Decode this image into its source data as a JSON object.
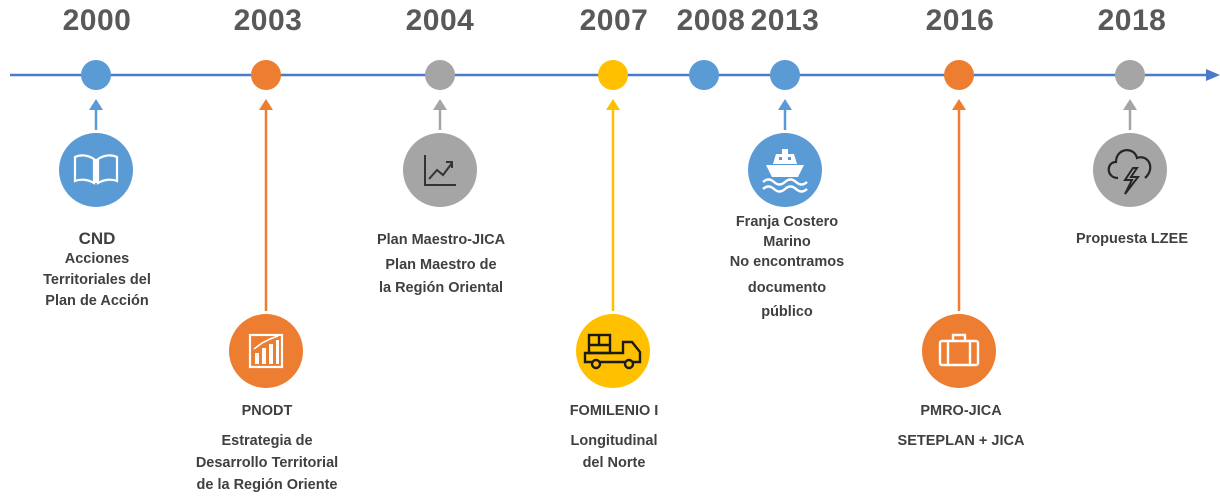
{
  "timeline": {
    "colors": {
      "axis": "#4A7BC8",
      "blue": "#5B9BD5",
      "orange": "#ED7D31",
      "gray": "#A5A5A5",
      "yellow": "#FFC000",
      "text": "#404040",
      "year_text": "#595959"
    },
    "milestones": [
      {
        "year": "2000",
        "color": "blue",
        "icon": "book-icon",
        "direction": "down",
        "title": "CND",
        "description": [
          "Acciones",
          "Territoriales del",
          "Plan de Acción"
        ]
      },
      {
        "year": "2003",
        "color": "orange",
        "icon": "bar-chart-icon",
        "direction": "down-long",
        "title": "PNODT",
        "description": [
          "Estrategia de",
          "Desarrollo Territorial",
          "de la Región Oriente"
        ]
      },
      {
        "year": "2004",
        "color": "gray",
        "icon": "line-chart-icon",
        "direction": "down",
        "title": "Plan Maestro-JICA",
        "description": [
          "Plan Maestro de",
          "la Región Oriental"
        ]
      },
      {
        "year": "2007",
        "color": "yellow",
        "icon": "truck-icon",
        "direction": "down-long",
        "title": "FOMILENIO I",
        "description": [
          "Longitudinal",
          "del Norte"
        ]
      },
      {
        "year": "2008",
        "color": "blue",
        "icon": "",
        "direction": "none",
        "title": "",
        "description": []
      },
      {
        "year": "2013",
        "color": "blue",
        "icon": "ship-icon",
        "direction": "down",
        "title": "Franja Costero Marino",
        "description": [
          "No encontramos",
          "documento",
          "público"
        ]
      },
      {
        "year": "2016",
        "color": "orange",
        "icon": "briefcase-icon",
        "direction": "down-long",
        "title": "PMRO-JICA",
        "description": [
          "SETEPLAN + JICA"
        ]
      },
      {
        "year": "2018",
        "color": "gray",
        "icon": "storm-cloud-icon",
        "direction": "down",
        "title": "Propuesta LZEE",
        "description": []
      }
    ]
  }
}
